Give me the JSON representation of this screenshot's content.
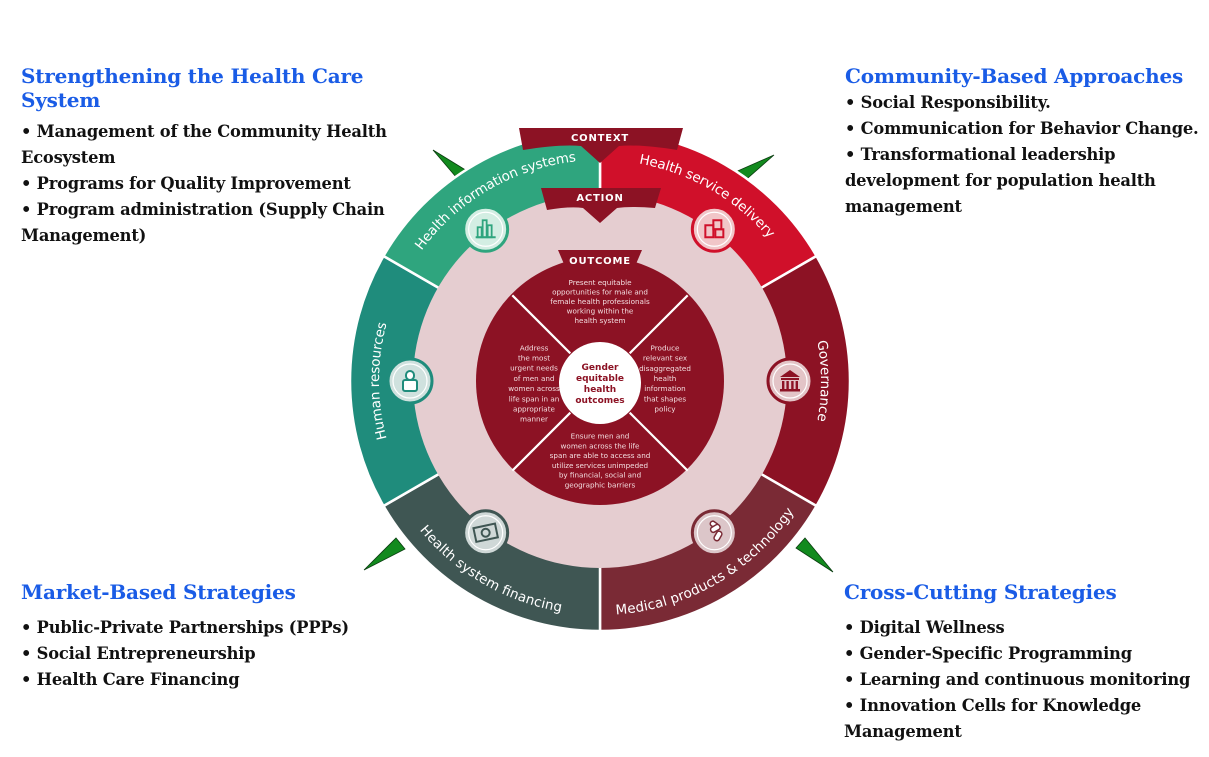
{
  "blocks": {
    "top_left": {
      "title": "Strengthening the Health Care System",
      "items": [
        "• Management of the Community  Health",
        "Ecosystem",
        "• Programs for Quality Improvement",
        "• Program administration  (Supply Chain",
        "Management)"
      ]
    },
    "top_right": {
      "title": "Community-Based Approaches",
      "items": [
        "• Social Responsibility.",
        "• Communication for Behavior Change.",
        "• Transformational leadership",
        "development for population health",
        "management"
      ]
    },
    "bottom_left": {
      "title": "Market-Based Strategies",
      "items": [
        "• Public-Private Partnerships (PPPs)",
        "• Social Entrepreneurship",
        "• Health Care Financing"
      ]
    },
    "bottom_right": {
      "title": "Cross-Cutting Strategies",
      "items": [
        "•  Digital Wellness",
        "• Gender-Specific Programming",
        "• Learning and continuous monitoring",
        "• Innovation Cells for Knowledge",
        "Management"
      ]
    }
  },
  "diagram": {
    "tabs": {
      "context": "CONTEXT",
      "action": "ACTION",
      "outcome": "OUTCOME"
    },
    "sectors": [
      {
        "label": "Health service delivery",
        "icon": "hospital-icon",
        "color": "#d0102a",
        "icon_bg": "#f1c6c8"
      },
      {
        "label": "Governance",
        "icon": "government-building-icon",
        "color": "#8c1224",
        "icon_bg": "#e3c4c7"
      },
      {
        "label": "Medical products & technology",
        "icon": "pills-icon",
        "color": "#7a2a35",
        "icon_bg": "#dcc6c9"
      },
      {
        "label": "Health system financing",
        "icon": "banknote-icon",
        "color": "#3f5653",
        "icon_bg": "#cfd8d7"
      },
      {
        "label": "Human resources",
        "icon": "person-icon",
        "color": "#1f8c7c",
        "icon_bg": "#cfe1de"
      },
      {
        "label": "Health information systems",
        "icon": "bar-chart-icon",
        "color": "#2fa57e",
        "icon_bg": "#d3eee3"
      }
    ],
    "quadrants": {
      "top": [
        "Present equitable",
        "opportunities for male and",
        "female health professionals",
        "working within the",
        "health system"
      ],
      "right": [
        "Produce",
        "relevant sex",
        "disaggregated",
        "health",
        "information",
        "that shapes",
        "policy"
      ],
      "bottom": [
        "Ensure men and",
        "women across the life",
        "span are able to access and",
        "utilize services unimpeded",
        "by financial, social and",
        "geographic barriers"
      ],
      "left": [
        "Address",
        "the most",
        "urgent needs",
        "of men and",
        "women across",
        "life span in an",
        "appropriate",
        "manner"
      ]
    },
    "center": [
      "Gender",
      "equitable",
      "health",
      "outcomes"
    ],
    "colors": {
      "action_ring": "#e5cdd0",
      "outcome_disc": "#8c1224",
      "tab": "#8c1224",
      "arrow": "#128a1e",
      "title_blue": "#1a5ce6"
    }
  }
}
